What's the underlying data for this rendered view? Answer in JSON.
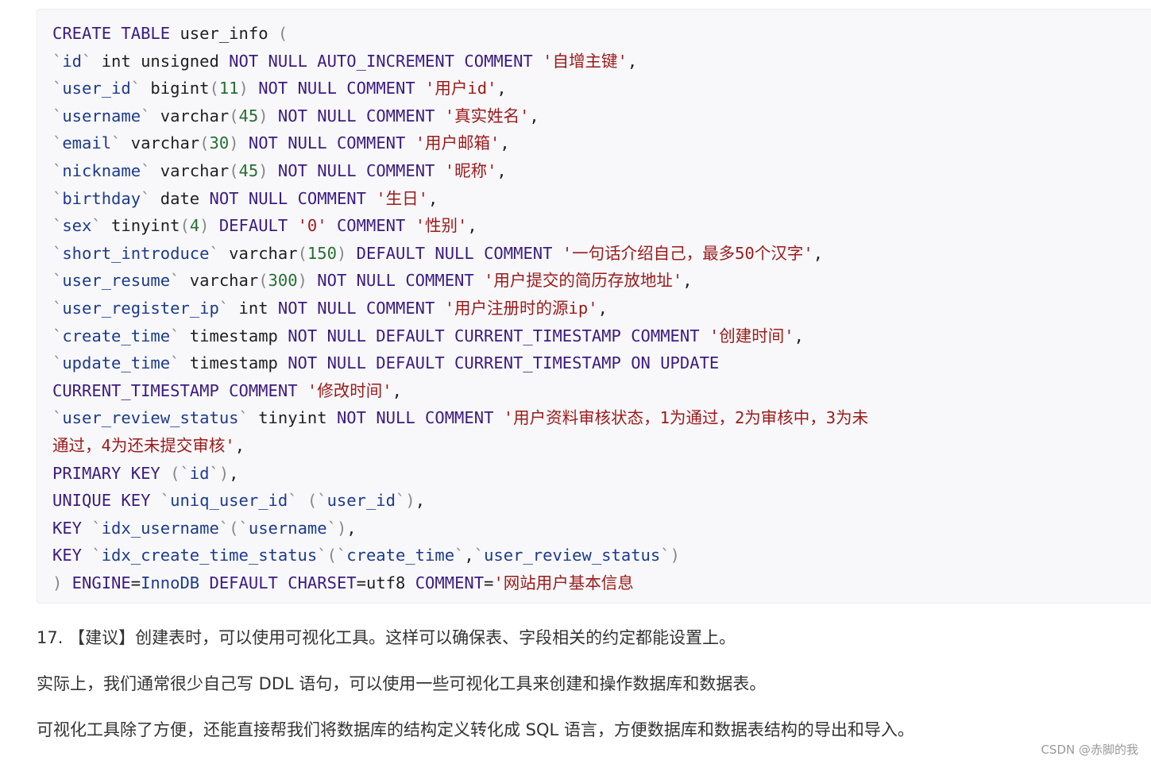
{
  "code_lines": [
    [
      [
        "kw",
        "CREATE TABLE "
      ],
      [
        "plain",
        "user_info "
      ],
      [
        "punc",
        "("
      ]
    ],
    [
      [
        "punc",
        "`"
      ],
      [
        "id",
        "id"
      ],
      [
        "punc",
        "`"
      ],
      [
        "plain",
        " int unsigned "
      ],
      [
        "kw",
        "NOT NULL AUTO_INCREMENT COMMENT "
      ],
      [
        "str",
        "'自增主键'"
      ],
      [
        "plain",
        ","
      ]
    ],
    [
      [
        "punc",
        "`"
      ],
      [
        "id",
        "user_id"
      ],
      [
        "punc",
        "`"
      ],
      [
        "plain",
        " bigint"
      ],
      [
        "punc",
        "("
      ],
      [
        "num",
        "11"
      ],
      [
        "punc",
        ")"
      ],
      [
        "kw",
        " NOT NULL COMMENT "
      ],
      [
        "str",
        "'用户id'"
      ],
      [
        "plain",
        ","
      ]
    ],
    [
      [
        "punc",
        "`"
      ],
      [
        "id",
        "username"
      ],
      [
        "punc",
        "`"
      ],
      [
        "plain",
        " varchar"
      ],
      [
        "punc",
        "("
      ],
      [
        "num",
        "45"
      ],
      [
        "punc",
        ")"
      ],
      [
        "kw",
        " NOT NULL COMMENT "
      ],
      [
        "str",
        "'真实姓名'"
      ],
      [
        "plain",
        ","
      ]
    ],
    [
      [
        "punc",
        "`"
      ],
      [
        "id",
        "email"
      ],
      [
        "punc",
        "`"
      ],
      [
        "plain",
        " varchar"
      ],
      [
        "punc",
        "("
      ],
      [
        "num",
        "30"
      ],
      [
        "punc",
        ")"
      ],
      [
        "kw",
        " NOT NULL COMMENT "
      ],
      [
        "str",
        "'用户邮箱'"
      ],
      [
        "plain",
        ","
      ]
    ],
    [
      [
        "punc",
        "`"
      ],
      [
        "id",
        "nickname"
      ],
      [
        "punc",
        "`"
      ],
      [
        "plain",
        " varchar"
      ],
      [
        "punc",
        "("
      ],
      [
        "num",
        "45"
      ],
      [
        "punc",
        ")"
      ],
      [
        "kw",
        " NOT NULL COMMENT "
      ],
      [
        "str",
        "'昵称'"
      ],
      [
        "plain",
        ","
      ]
    ],
    [
      [
        "punc",
        "`"
      ],
      [
        "id",
        "birthday"
      ],
      [
        "punc",
        "`"
      ],
      [
        "plain",
        " date "
      ],
      [
        "kw",
        "NOT NULL COMMENT "
      ],
      [
        "str",
        "'生日'"
      ],
      [
        "plain",
        ","
      ]
    ],
    [
      [
        "punc",
        "`"
      ],
      [
        "id",
        "sex"
      ],
      [
        "punc",
        "`"
      ],
      [
        "plain",
        " tinyint"
      ],
      [
        "punc",
        "("
      ],
      [
        "num",
        "4"
      ],
      [
        "punc",
        ")"
      ],
      [
        "kw",
        " DEFAULT "
      ],
      [
        "str",
        "'0'"
      ],
      [
        "kw",
        " COMMENT "
      ],
      [
        "str",
        "'性别'"
      ],
      [
        "plain",
        ","
      ]
    ],
    [
      [
        "punc",
        "`"
      ],
      [
        "id",
        "short_introduce"
      ],
      [
        "punc",
        "`"
      ],
      [
        "plain",
        " varchar"
      ],
      [
        "punc",
        "("
      ],
      [
        "num",
        "150"
      ],
      [
        "punc",
        ")"
      ],
      [
        "kw",
        " DEFAULT NULL COMMENT "
      ],
      [
        "str",
        "'一句话介绍自己，最多50个汉字'"
      ],
      [
        "plain",
        ","
      ]
    ],
    [
      [
        "punc",
        "`"
      ],
      [
        "id",
        "user_resume"
      ],
      [
        "punc",
        "`"
      ],
      [
        "plain",
        " varchar"
      ],
      [
        "punc",
        "("
      ],
      [
        "num",
        "300"
      ],
      [
        "punc",
        ")"
      ],
      [
        "kw",
        " NOT NULL COMMENT "
      ],
      [
        "str",
        "'用户提交的简历存放地址'"
      ],
      [
        "plain",
        ","
      ]
    ],
    [
      [
        "punc",
        "`"
      ],
      [
        "id",
        "user_register_ip"
      ],
      [
        "punc",
        "`"
      ],
      [
        "plain",
        " int "
      ],
      [
        "kw",
        "NOT NULL COMMENT "
      ],
      [
        "str",
        "'用户注册时的源ip'"
      ],
      [
        "plain",
        ","
      ]
    ],
    [
      [
        "punc",
        "`"
      ],
      [
        "id",
        "create_time"
      ],
      [
        "punc",
        "`"
      ],
      [
        "plain",
        " timestamp "
      ],
      [
        "kw",
        "NOT NULL DEFAULT CURRENT_TIMESTAMP COMMENT "
      ],
      [
        "str",
        "'创建时间'"
      ],
      [
        "plain",
        ","
      ]
    ],
    [
      [
        "punc",
        "`"
      ],
      [
        "id",
        "update_time"
      ],
      [
        "punc",
        "`"
      ],
      [
        "plain",
        " timestamp "
      ],
      [
        "kw",
        "NOT NULL DEFAULT CURRENT_TIMESTAMP ON UPDATE"
      ]
    ],
    [
      [
        "kw",
        "CURRENT_TIMESTAMP COMMENT "
      ],
      [
        "str",
        "'修改时间'"
      ],
      [
        "plain",
        ","
      ]
    ],
    [
      [
        "punc",
        "`"
      ],
      [
        "id",
        "user_review_status"
      ],
      [
        "punc",
        "`"
      ],
      [
        "plain",
        " tinyint "
      ],
      [
        "kw",
        "NOT NULL COMMENT "
      ],
      [
        "str",
        "'用户资料审核状态，1为通过，2为审核中，3为未"
      ]
    ],
    [
      [
        "str",
        "通过，4为还未提交审核'"
      ],
      [
        "plain",
        ","
      ]
    ],
    [
      [
        "kw",
        "PRIMARY KEY "
      ],
      [
        "punc",
        "(`"
      ],
      [
        "id",
        "id"
      ],
      [
        "punc",
        "`)"
      ],
      [
        "plain",
        ","
      ]
    ],
    [
      [
        "kw",
        "UNIQUE KEY "
      ],
      [
        "punc",
        "`"
      ],
      [
        "id",
        "uniq_user_id"
      ],
      [
        "punc",
        "`"
      ],
      [
        "plain",
        " "
      ],
      [
        "punc",
        "(`"
      ],
      [
        "id",
        "user_id"
      ],
      [
        "punc",
        "`)"
      ],
      [
        "plain",
        ","
      ]
    ],
    [
      [
        "kw",
        "KEY "
      ],
      [
        "punc",
        "`"
      ],
      [
        "id",
        "idx_username"
      ],
      [
        "punc",
        "`(`"
      ],
      [
        "id",
        "username"
      ],
      [
        "punc",
        "`)"
      ],
      [
        "plain",
        ","
      ]
    ],
    [
      [
        "kw",
        "KEY "
      ],
      [
        "punc",
        "`"
      ],
      [
        "id",
        "idx_create_time_status"
      ],
      [
        "punc",
        "`(`"
      ],
      [
        "id",
        "create_time"
      ],
      [
        "punc",
        "`"
      ],
      [
        "plain",
        ","
      ],
      [
        "punc",
        "`"
      ],
      [
        "id",
        "user_review_status"
      ],
      [
        "punc",
        "`)"
      ]
    ],
    [
      [
        "punc",
        ")"
      ],
      [
        "kw",
        " ENGINE"
      ],
      [
        "plain",
        "="
      ],
      [
        "id",
        "InnoDB"
      ],
      [
        "kw",
        " DEFAULT CHARSET"
      ],
      [
        "plain",
        "=utf8 "
      ],
      [
        "kw",
        "COMMENT"
      ],
      [
        "plain",
        "="
      ],
      [
        "str",
        "'网站用户基本信息"
      ]
    ]
  ],
  "paragraphs": {
    "p17": " 17. 【建议】创建表时，可以使用可视化工具。这样可以确保表、字段相关的约定都能设置上。",
    "p_ddl": "实际上，我们通常很少自己写 DDL 语句，可以使用一些可视化工具来创建和操作数据库和数据表。",
    "p_tools": "可视化工具除了方便，还能直接帮我们将数据库的结构定义转化成 SQL 语言，方便数据库和数据表结构的导出和导入。"
  },
  "watermark": "CSDN @赤脚的我",
  "colors": {
    "keyword": "#3c1b82",
    "identifier": "#1c3b8c",
    "string": "#9b1a1a",
    "number": "#276e32",
    "code_background": "#f8f8fa"
  }
}
